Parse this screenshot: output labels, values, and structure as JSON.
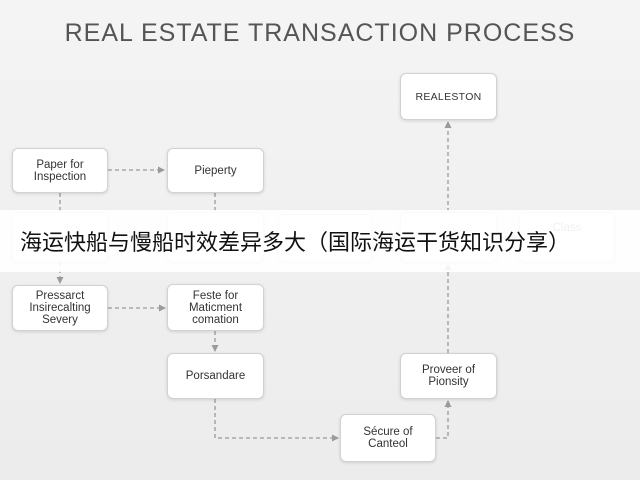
{
  "title": "REAL ESTATE TRANSACTION PROCESS",
  "nodes": {
    "realeston": [
      "REALESTON"
    ],
    "paper_for_inspection": [
      "Paper for",
      "Inspection"
    ],
    "pieperty": [
      "Pieperty"
    ],
    "class": [
      "Class"
    ],
    "pressarct": [
      "Pressarct",
      "Insirecalting",
      "Severy"
    ],
    "feste": [
      "Feste for",
      "Maticment",
      "comation"
    ],
    "porsandare": [
      "Porsandare"
    ],
    "proveer": [
      "Proveer of",
      "Pionsity"
    ],
    "secure": [
      "Sécure of",
      "Canteol"
    ]
  },
  "banner": {
    "text": "海运快船与慢船时效差异多大（国际海运干货知识分享）"
  },
  "colors": {
    "background": "#ececec",
    "background_top": "#f4f4f4",
    "title": "#555555",
    "node_border": "#d2d2d2",
    "arrow": "#9a9a9a"
  }
}
